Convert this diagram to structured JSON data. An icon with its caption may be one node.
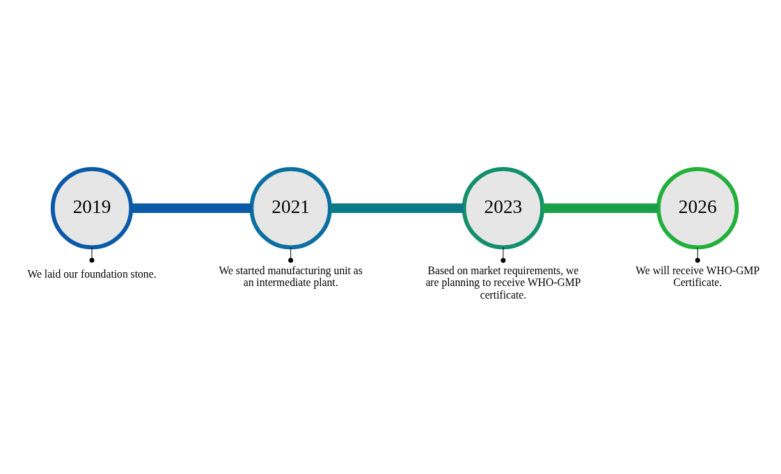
{
  "diagram": {
    "nodes": [
      {
        "text": [
          "2019"
        ]
      },
      {
        "text": [
          "2021"
        ]
      },
      {
        "text": [
          "2023"
        ]
      },
      {
        "text": [
          "2026"
        ]
      },
      {
        "text": [
          "We laid our foundation stone."
        ]
      },
      {
        "text": [
          "We started manufacturing unit as an intermediate plant."
        ]
      },
      {
        "text": [
          "Based on market requirements, we are planning to receive WHO-GMP certificate."
        ]
      },
      {
        "text": [
          "We will receive WHO-GMP Certificate."
        ]
      }
    ],
    "edges": [
      {
        "from": 0,
        "to": 1,
        "arrow": "none",
        "style": "thick",
        "color": "#0a5aa8"
      },
      {
        "from": 1,
        "to": 2,
        "arrow": "none",
        "style": "thick",
        "color": "#0b7a86"
      },
      {
        "from": 2,
        "to": 3,
        "arrow": "none",
        "style": "thick",
        "color": "#1aa04a"
      },
      {
        "from": 0,
        "to": 4,
        "arrow": "other"
      },
      {
        "from": 1,
        "to": 5,
        "arrow": "other"
      },
      {
        "from": 2,
        "to": 6,
        "arrow": "other"
      },
      {
        "from": 3,
        "to": 7,
        "arrow": "other"
      }
    ]
  }
}
